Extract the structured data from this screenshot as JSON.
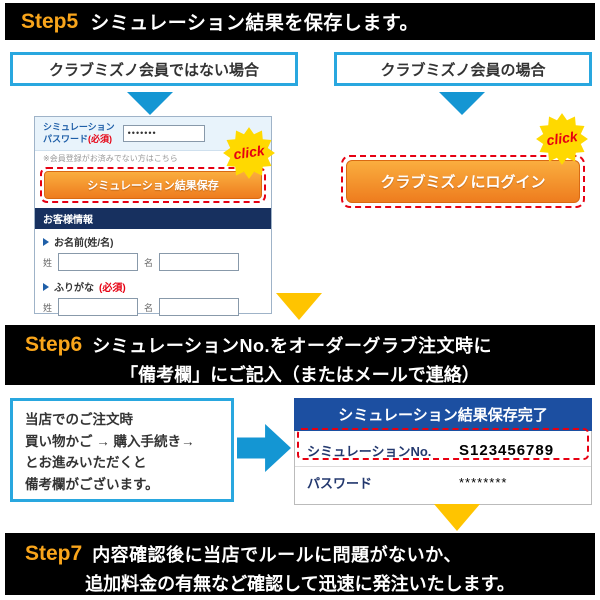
{
  "click_label": "click",
  "step5": {
    "label": "Step5",
    "title": "シミュレーション結果を保存します。"
  },
  "branches": {
    "left": {
      "heading": "クラブミズノ会員ではない場合"
    },
    "right": {
      "heading": "クラブミズノ会員の場合",
      "login_button": "クラブミズノにログイン"
    }
  },
  "form": {
    "password_label_line1": "シミュレーション",
    "password_label_line2": "パスワード",
    "password_required": "(必須)",
    "password_value": "•••••••",
    "note": "※会員登録がお済みでない方はこちら",
    "save_button": "シミュレーション結果保存",
    "customer_info_header": "お客様情報",
    "name_label": "お名前(姓/名)",
    "furigana_label": "ふりがな",
    "furigana_required": "(必須)",
    "sei": "姓",
    "mei": "名"
  },
  "step6": {
    "label": "Step6",
    "title_line1": "シミュレーションNo.をオーダーグラブ注文時に",
    "title_line2": "「備考欄」にご記入（またはメールで連絡）"
  },
  "note_box": {
    "lines": [
      "当店でのご注文時",
      "買い物かご → 購入手続き→",
      "とお進みいただくと",
      "備考欄がございます。"
    ]
  },
  "result_panel": {
    "header": "シミュレーション結果保存完了",
    "rows": [
      {
        "label": "シミュレーションNo.",
        "value": "S123456789"
      },
      {
        "label": "パスワード",
        "value": "********"
      }
    ]
  },
  "step7": {
    "label": "Step7",
    "title_line1": "内容確認後に当店でルールに問題がないか、",
    "title_line2": "追加料金の有無など確認して迅速に発注いたします。"
  },
  "colors": {
    "accent_blue": "#29A7DF",
    "arrow_blue": "#1496D3",
    "step_number_orange": "#F9A51B",
    "highlight_red": "#E60012",
    "button_orange": "#EE7C1E",
    "burst_yellow": "#FFD900",
    "arrow_yellow": "#FFC400",
    "result_header_blue": "#1C4FA1"
  }
}
